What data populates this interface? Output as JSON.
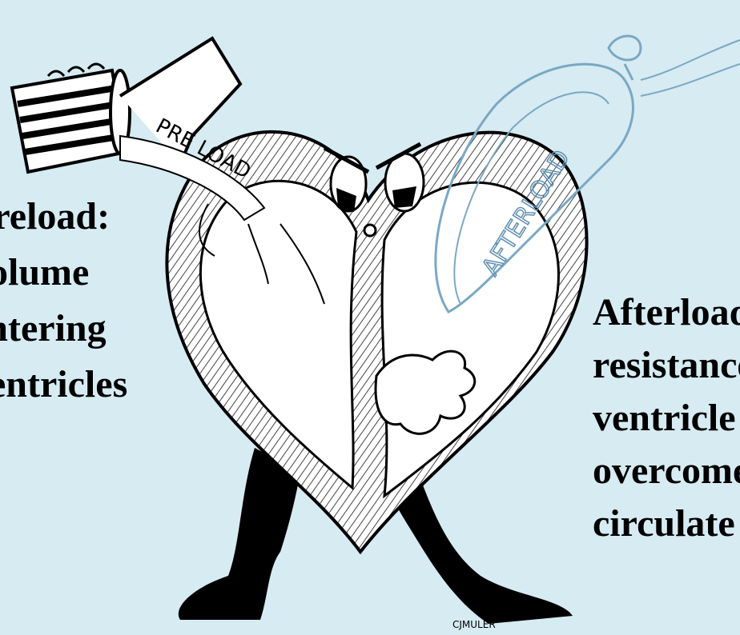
{
  "preload_caption": {
    "lines": [
      "Preload:",
      "volume",
      "entering",
      "ventricles"
    ]
  },
  "afterload_caption": {
    "lines": [
      "Afterload:",
      "resistance",
      "ventricle",
      "overcome",
      "circulate"
    ]
  },
  "cartoon": {
    "left_label": "PRE LOAD",
    "right_label": "AFTERLOAD",
    "signature": "CJMULER"
  },
  "colors": {
    "background": "#d6ebf2",
    "ink": "#000000",
    "afterload_balloon": "#7aa8c4"
  }
}
